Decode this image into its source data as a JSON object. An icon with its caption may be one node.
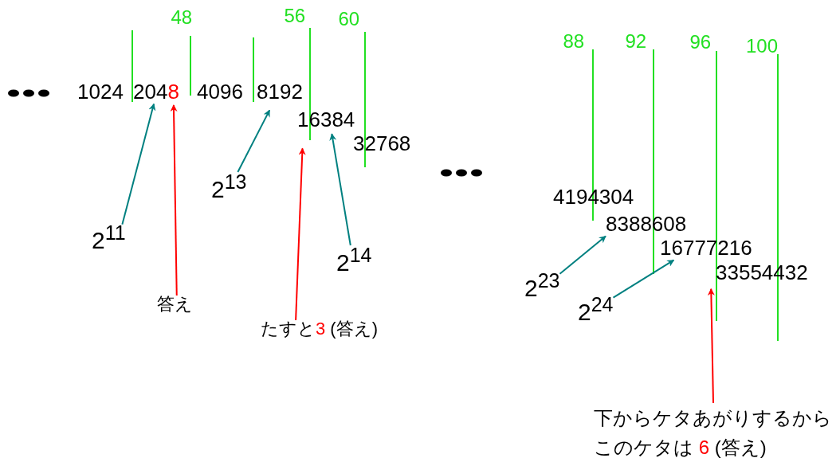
{
  "diagram": {
    "nodes": [
      {
        "text": [
          "1024"
        ]
      },
      {
        "text": [
          "2048"
        ]
      },
      {
        "text": [
          "4096"
        ]
      },
      {
        "text": [
          "8192"
        ]
      },
      {
        "text": [
          "16384"
        ]
      },
      {
        "text": [
          "32768"
        ]
      },
      {
        "text": [
          "2$^{11}$"
        ]
      },
      {
        "text": [
          "答え"
        ]
      },
      {
        "text": [
          "2$^{13}$"
        ]
      },
      {
        "text": [
          "2$^{14}$"
        ]
      },
      {
        "text": [
          "たすと3 (答え)"
        ]
      },
      {
        "text": [
          "4194304"
        ]
      },
      {
        "text": [
          "8388608"
        ]
      },
      {
        "text": [
          "16777216"
        ]
      },
      {
        "text": [
          "33554432"
        ]
      },
      {
        "text": [
          "2$^{23}$"
        ]
      },
      {
        "text": [
          "2$^{24}$"
        ]
      },
      {
        "text": [
          "下からケタあがりするからこのケタは 6 (答え)"
        ]
      }
    ],
    "edges": [
      {
        "from": 6,
        "to": 1,
        "arrow": "to"
      },
      {
        "from": 7,
        "to": 1,
        "arrow": "to",
        "color": "#ff0000"
      },
      {
        "from": 8,
        "to": 3,
        "arrow": "to"
      },
      {
        "from": 9,
        "to": 4,
        "arrow": "to"
      },
      {
        "from": 10,
        "to": 4,
        "arrow": "to",
        "color": "#ff0000"
      },
      {
        "from": 15,
        "to": 12,
        "arrow": "to"
      },
      {
        "from": 16,
        "to": 13,
        "arrow": "to"
      },
      {
        "from": 17,
        "to": 14,
        "arrow": "to",
        "color": "#ff0000"
      }
    ],
    "labels": [
      "48",
      "56",
      "60",
      "88",
      "92",
      "96",
      "100"
    ]
  }
}
